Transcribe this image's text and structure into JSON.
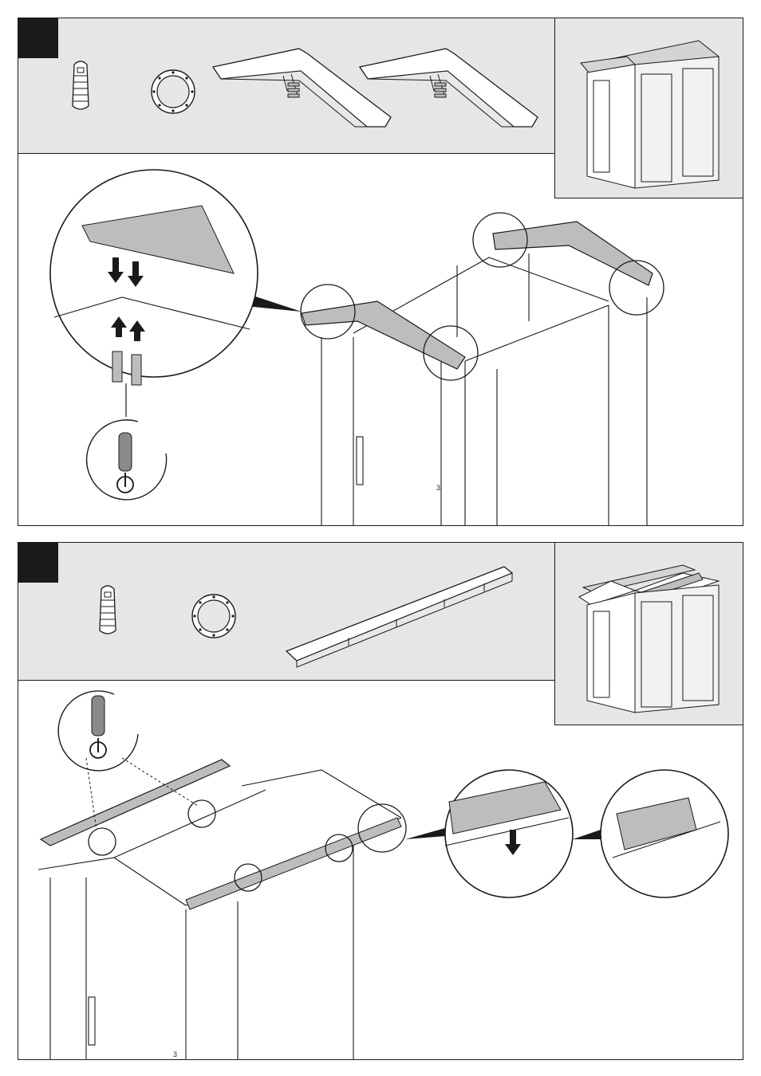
{
  "steps": [
    {
      "parts": [
        "screw-anchor",
        "washer-ring",
        "gable-beam",
        "gable-beam"
      ],
      "callouts": [
        "rotate-icon"
      ]
    },
    {
      "parts": [
        "screw-anchor",
        "washer-ring",
        "ridge-beam"
      ],
      "callouts": [
        "rotate-icon"
      ]
    }
  ],
  "page_marks": {
    "step1_mark": "3",
    "step2_mark": "3"
  },
  "colors": {
    "panel": "#e6e6e6",
    "line": "#1a1a1a",
    "part_fill": "#cfcfcf",
    "highlight": "#bdbdbd"
  }
}
